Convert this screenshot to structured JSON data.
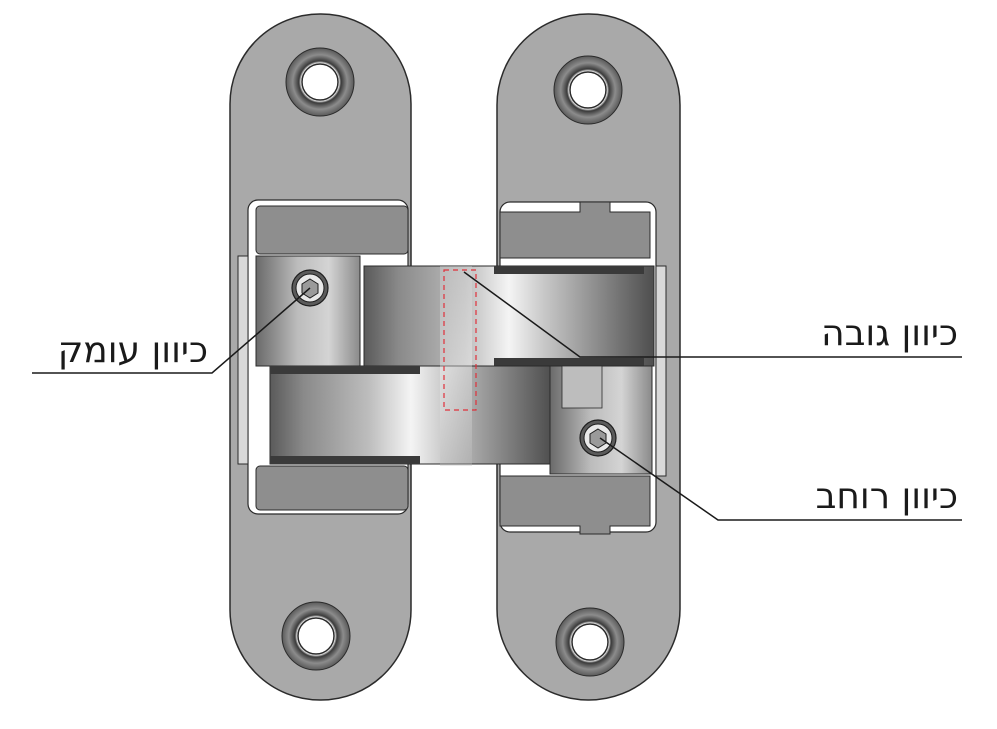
{
  "labels": {
    "depth": "כיוון עומק",
    "height": "כיוון גובה",
    "width": "כיוון רוחב"
  },
  "colors": {
    "plate": "#a9a9a9",
    "plate_stroke": "#2b2b2b",
    "hole_ring": "#6e6e6e",
    "screw_dash": "#e0303a"
  },
  "icons": [
    "hex-socket-screw-icon",
    "mounting-hole-icon"
  ]
}
